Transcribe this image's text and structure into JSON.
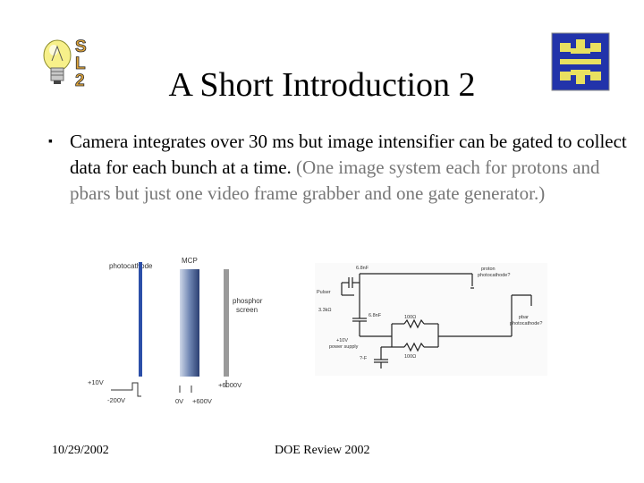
{
  "slide": {
    "title": "A Short Introduction 2",
    "bullet": {
      "main_text": "Camera integrates over 30 ms but image intensifier can be gated to collect data for each bunch at a time.",
      "aside_text": "(One image system each for protons and pbars but just one video frame grabber and one gate generator.)"
    },
    "logo_left": {
      "letters": [
        "S",
        "L",
        "2"
      ],
      "icon": "lightbulb-icon"
    },
    "logo_right": {
      "icon": "fermilab-logo-icon",
      "background": "#2233aa",
      "foreground": "#e8e060"
    }
  },
  "diagram_intensifier": {
    "photocathode_label": "photocathode",
    "mcp_label": "MCP",
    "phosphor_label": "phosphor",
    "screen_label": "screen",
    "v_plus10": "+10V",
    "v_minus200": "-200V",
    "v_0": "0V",
    "v_plus600": "+600V",
    "v_plus6000": "+6000V"
  },
  "diagram_circuit": {
    "cap_top": "6.8nF",
    "pulser": "Pulser",
    "res_33": "3.3kΩ",
    "cap_mid": "6.8nF",
    "res_100a": "100Ω",
    "res_100b": "100Ω",
    "power_line1": "+10V",
    "power_line2": "power supply",
    "cap_unknown": "?-F",
    "proton_line1": "proton",
    "proton_line2": "photocathode?",
    "pbar_line1": "pbar",
    "pbar_line2": "photocathode?"
  },
  "footer": {
    "date": "10/29/2002",
    "center": "DOE Review 2002"
  }
}
